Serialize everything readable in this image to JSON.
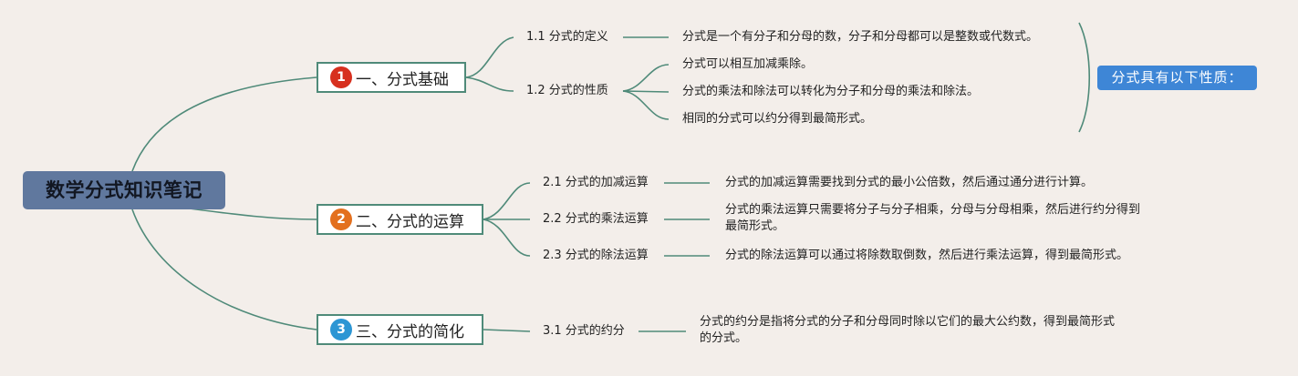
{
  "title": "数学分式知识笔记",
  "colors": {
    "line": "#4f8a79",
    "root_bg": "#60789e",
    "summary_bg": "#3e86d6",
    "badge_1": "#d7301f",
    "badge_2": "#e3701e",
    "badge_3": "#2c96d4"
  },
  "branches": [
    {
      "number": "1",
      "label": "一、分式基础",
      "subtopics": [
        {
          "label": "1.1 分式的定义",
          "details": [
            "分式是一个有分子和分母的数，分子和分母都可以是整数或代数式。"
          ]
        },
        {
          "label": "1.2 分式的性质",
          "details": [
            "分式可以相互加减乘除。",
            "分式的乘法和除法可以转化为分子和分母的乘法和除法。",
            "相同的分式可以约分得到最简形式。"
          ]
        }
      ]
    },
    {
      "number": "2",
      "label": "二、分式的运算",
      "subtopics": [
        {
          "label": "2.1 分式的加减运算",
          "details": [
            "分式的加减运算需要找到分式的最小公倍数，然后通过通分进行计算。"
          ]
        },
        {
          "label": "2.2 分式的乘法运算",
          "details": [
            "分式的乘法运算只需要将分子与分子相乘，分母与分母相乘，然后进行约分得到",
            "最简形式。"
          ]
        },
        {
          "label": "2.3 分式的除法运算",
          "details": [
            "分式的除法运算可以通过将除数取倒数，然后进行乘法运算，得到最简形式。"
          ]
        }
      ]
    },
    {
      "number": "3",
      "label": "三、分式的简化",
      "subtopics": [
        {
          "label": "3.1 分式的约分",
          "details": [
            "分式的约分是指将分式的分子和分母同时除以它们的最大公约数，得到最简形式",
            "的分式。"
          ]
        }
      ]
    }
  ],
  "summary": "分式具有以下性质："
}
